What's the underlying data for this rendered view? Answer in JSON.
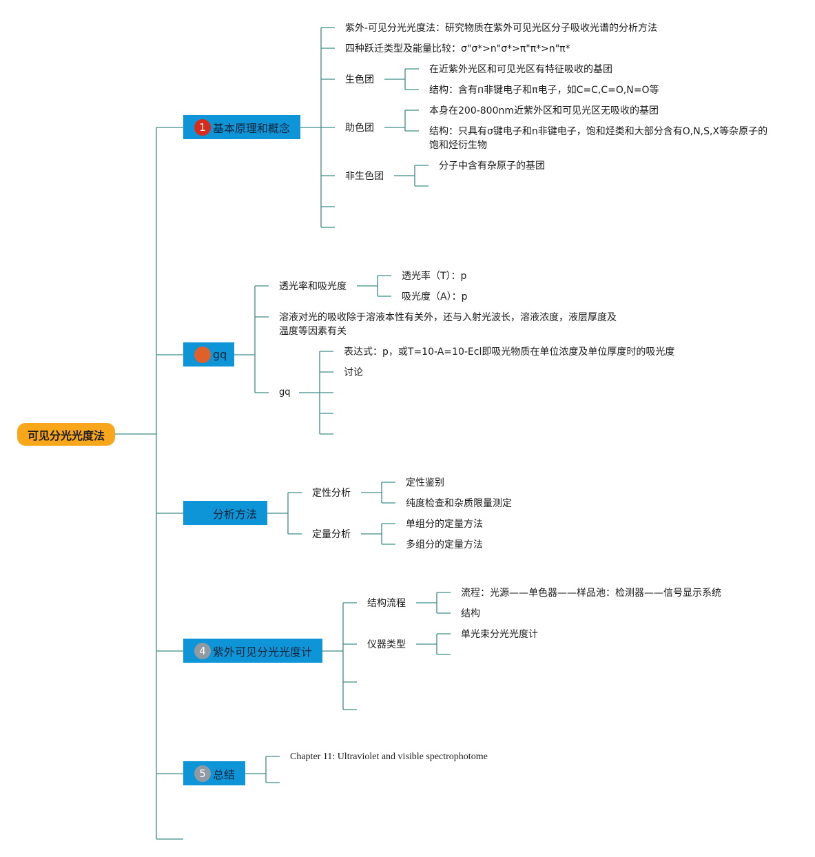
{
  "root": {
    "label": "可见分光光度法"
  },
  "colors": {
    "root_bg": "#f8a61a",
    "branch_bg": "#0e95d8",
    "line": "#3c8c86",
    "marker_1": "#d92b1c",
    "marker_2": "#e0602a",
    "marker_4": "#8f9aa3",
    "marker_5": "#8f9aa3"
  },
  "branches": [
    {
      "marker": "1",
      "label": "基本原理和概念",
      "items": [
        {
          "text": "紫外-可见分光光度法：研究物质在紫外可见光区分子吸收光谱的分析方法"
        },
        {
          "text": "四种跃迁类型及能量比较：σ\"σ*>n\"σ*>π\"π*>n\"π*"
        },
        {
          "text": "生色团",
          "children": [
            "在近紫外光区和可见光区有特征吸收的基团",
            "结构：含有п非键电子和π电子，如C=C,C=O,N=O等"
          ]
        },
        {
          "text": "助色团",
          "children": [
            "本身在200-800nm近紫外区和可见光区无吸收的基团",
            "结构：只具有σ键电子和n非键电子，饱和烃类和大部分含有O,N,S,X等杂原子的饱和烃衍生物"
          ]
        },
        {
          "text": "非生色团",
          "children": [
            "分子中含有杂原子的基团"
          ]
        }
      ]
    },
    {
      "marker": "",
      "label": "gq",
      "items": [
        {
          "text": "透光率和吸光度",
          "children": [
            "透光率（T）：p",
            "吸光度（A）：p"
          ]
        },
        {
          "text": "溶液对光的吸收除于溶液本性有关外，还与入射光波长，溶液浓度，液层厚度及温度等因素有关"
        },
        {
          "text": "gq",
          "children": [
            "表达式：p，或T=10-A=10-Ecl即吸光物质在单位浓度及单位厚度时的吸光度",
            "讨论"
          ]
        }
      ]
    },
    {
      "marker": "",
      "label": "分析方法",
      "items": [
        {
          "text": "定性分析",
          "children": [
            "定性鉴别",
            "纯度检查和杂质限量测定"
          ]
        },
        {
          "text": "定量分析",
          "children": [
            "单组分的定量方法",
            "多组分的定量方法"
          ]
        }
      ]
    },
    {
      "marker": "4",
      "label": "紫外可见分光光度计",
      "items": [
        {
          "text": "结构流程",
          "children": [
            "流程：光源——单色器——样品池：检测器——信号显示系统",
            "结构"
          ]
        },
        {
          "text": "仪器类型",
          "children": [
            "单光束分光光度计"
          ]
        }
      ]
    },
    {
      "marker": "5",
      "label": "总结",
      "items": [
        {
          "text": "Chapter 11: Ultraviolet and visible spectrophotome"
        }
      ]
    }
  ]
}
